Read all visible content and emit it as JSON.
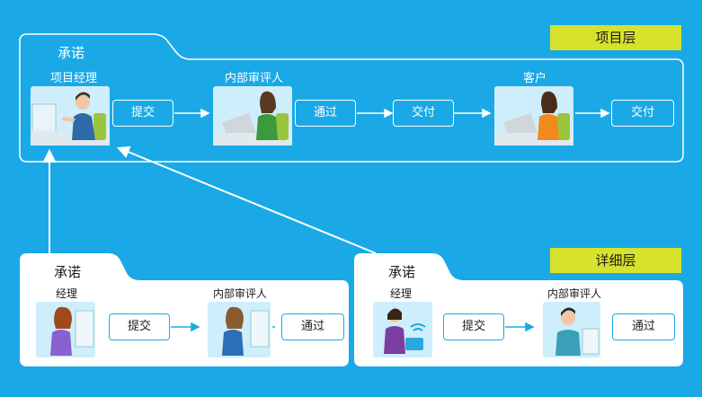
{
  "top_panel": {
    "tab": "承诺",
    "badge": "项目层",
    "roles": [
      "项目经理",
      "内部审评人",
      "客户"
    ],
    "buttons": [
      "提交",
      "通过",
      "交付",
      "交付"
    ]
  },
  "bottom_left": {
    "tab": "承诺",
    "roles": [
      "经理",
      "内部审评人"
    ],
    "buttons": [
      "提交",
      "通过"
    ]
  },
  "bottom_right": {
    "tab": "承诺",
    "badge": "详细层",
    "roles": [
      "经理",
      "内部审评人"
    ],
    "buttons": [
      "提交",
      "通过"
    ]
  },
  "colors": {
    "background": "#1aa9e6",
    "badge": "#d6e22b",
    "white": "#ffffff"
  }
}
